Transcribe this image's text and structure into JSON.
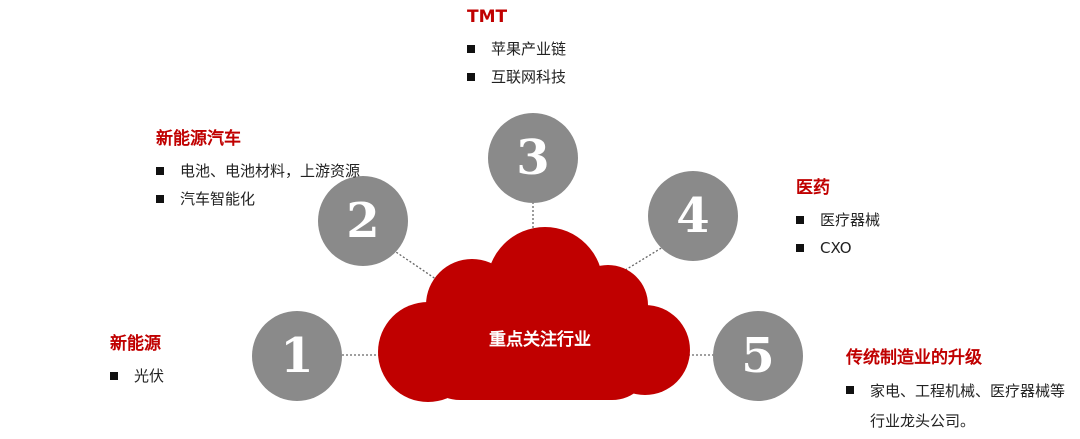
{
  "center": {
    "label": "重点关注行业"
  },
  "nodes": [
    {
      "number": "1",
      "title": "新能源",
      "items": [
        "光伏"
      ]
    },
    {
      "number": "2",
      "title": "新能源汽车",
      "items": [
        "电池、电池材料，上游资源",
        "汽车智能化"
      ]
    },
    {
      "number": "3",
      "title": "TMT",
      "items": [
        "苹果产业链",
        "互联网科技"
      ]
    },
    {
      "number": "4",
      "title": "医药",
      "items": [
        "医疗器械",
        "CXO"
      ]
    },
    {
      "number": "5",
      "title": "传统制造业的升级",
      "items": [
        "家电、工程机械、医疗器械等行业龙头公司。"
      ]
    }
  ],
  "colors": {
    "accent": "#c00000",
    "circle": "#8a8a8a",
    "text": "#222222"
  }
}
